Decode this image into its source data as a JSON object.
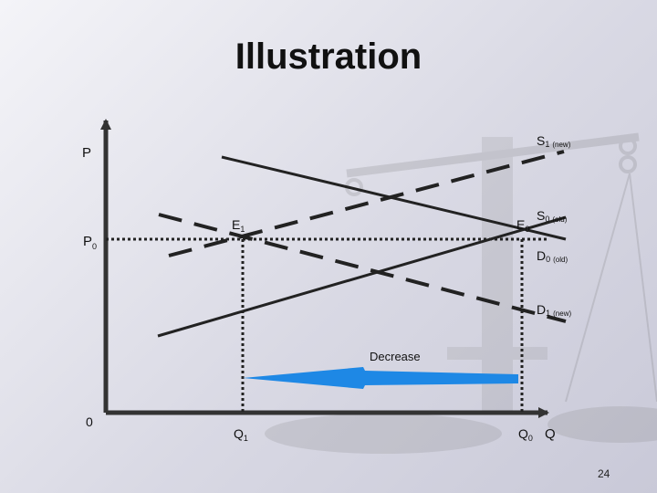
{
  "slide": {
    "title": "Illustration",
    "page_number": "24"
  },
  "diagram": {
    "axis_y_label": "P",
    "axis_x_label": "Q",
    "origin_label": "0",
    "price_label": "P",
    "price_label_sub": "0",
    "quantity_old_label": "Q",
    "quantity_old_sub": "0",
    "quantity_new_label": "Q",
    "quantity_new_sub": "1",
    "equilibrium_old_label": "E",
    "equilibrium_old_sub": "0",
    "equilibrium_new_label": "E",
    "equilibrium_new_sub": "1",
    "supply_new_label": "S",
    "supply_new_sub": "1",
    "supply_new_tag": "(new)",
    "supply_old_label": "S",
    "supply_old_sub": "0",
    "supply_old_tag": "(old)",
    "demand_old_label": "D",
    "demand_old_sub": "0",
    "demand_old_tag": "(old)",
    "demand_new_label": "D",
    "demand_new_sub": "1",
    "demand_new_tag": "(new)",
    "arrow_label": "Decrease",
    "arrow_color": "#1e88e5"
  }
}
